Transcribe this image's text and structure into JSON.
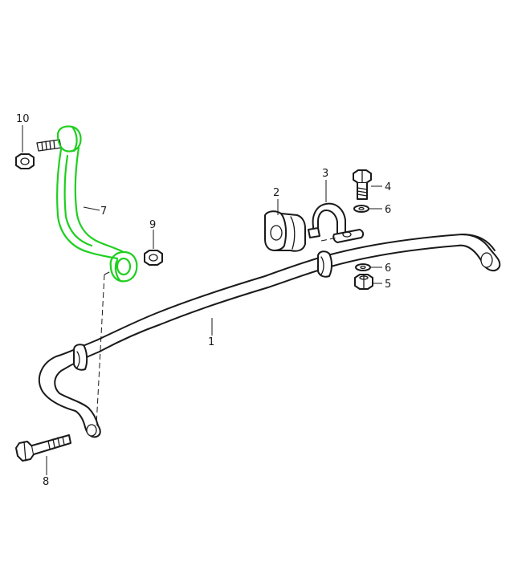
{
  "callouts": {
    "p1": "1",
    "p2": "2",
    "p3": "3",
    "p4": "4",
    "p5": "5",
    "p6a": "6",
    "p6b": "6",
    "p7": "7",
    "p8": "8",
    "p9": "9",
    "p10": "10"
  },
  "highlight_color": "#1fcf1f",
  "highlighted_part": "7"
}
